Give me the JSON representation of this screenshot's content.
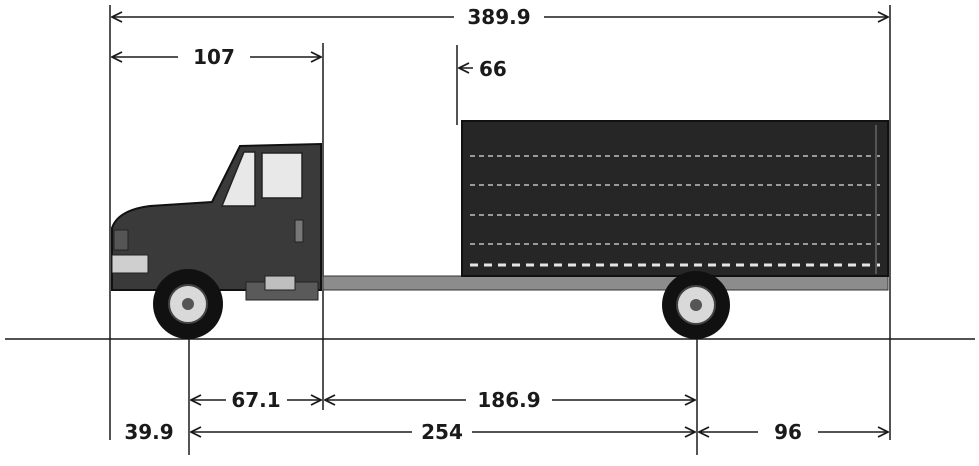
{
  "dimensions": {
    "overall_length": "389.9",
    "cab_length": "107",
    "cab_to_body_gap": "66",
    "front_axle_to_cab_rear": "67.1",
    "cab_rear_to_rear_axle": "186.9",
    "front_overhang": "39.9",
    "wheelbase": "254",
    "rear_overhang": "96"
  },
  "colors": {
    "cab": "#3a3a3a",
    "body": "#262626",
    "frame": "#8c8c8c",
    "tire": "#111111",
    "rim": "#d9d9d9",
    "line": "#1a1a1a"
  }
}
